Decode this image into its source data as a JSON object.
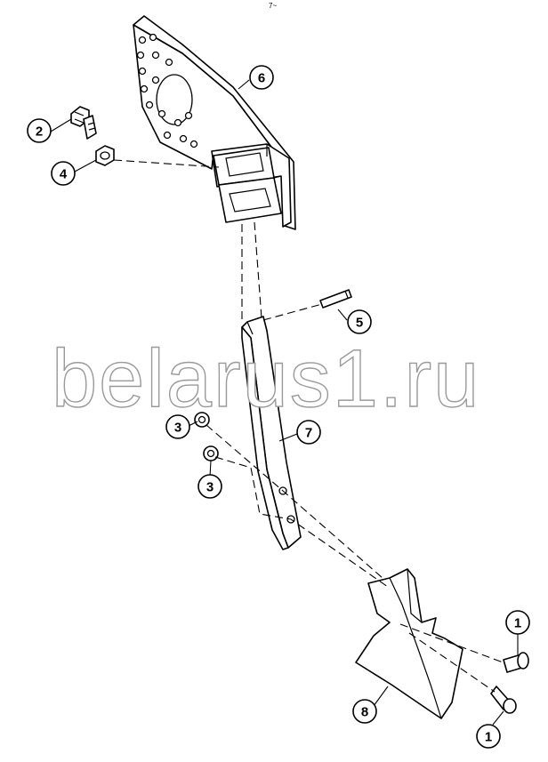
{
  "watermark": "belarus1.ru",
  "top_mark": "7~",
  "callouts": {
    "c1a": "1",
    "c1b": "1",
    "c2": "2",
    "c3a": "3",
    "c3b": "3",
    "c4": "4",
    "c5": "5",
    "c6": "6",
    "c7": "7",
    "c8": "8"
  }
}
